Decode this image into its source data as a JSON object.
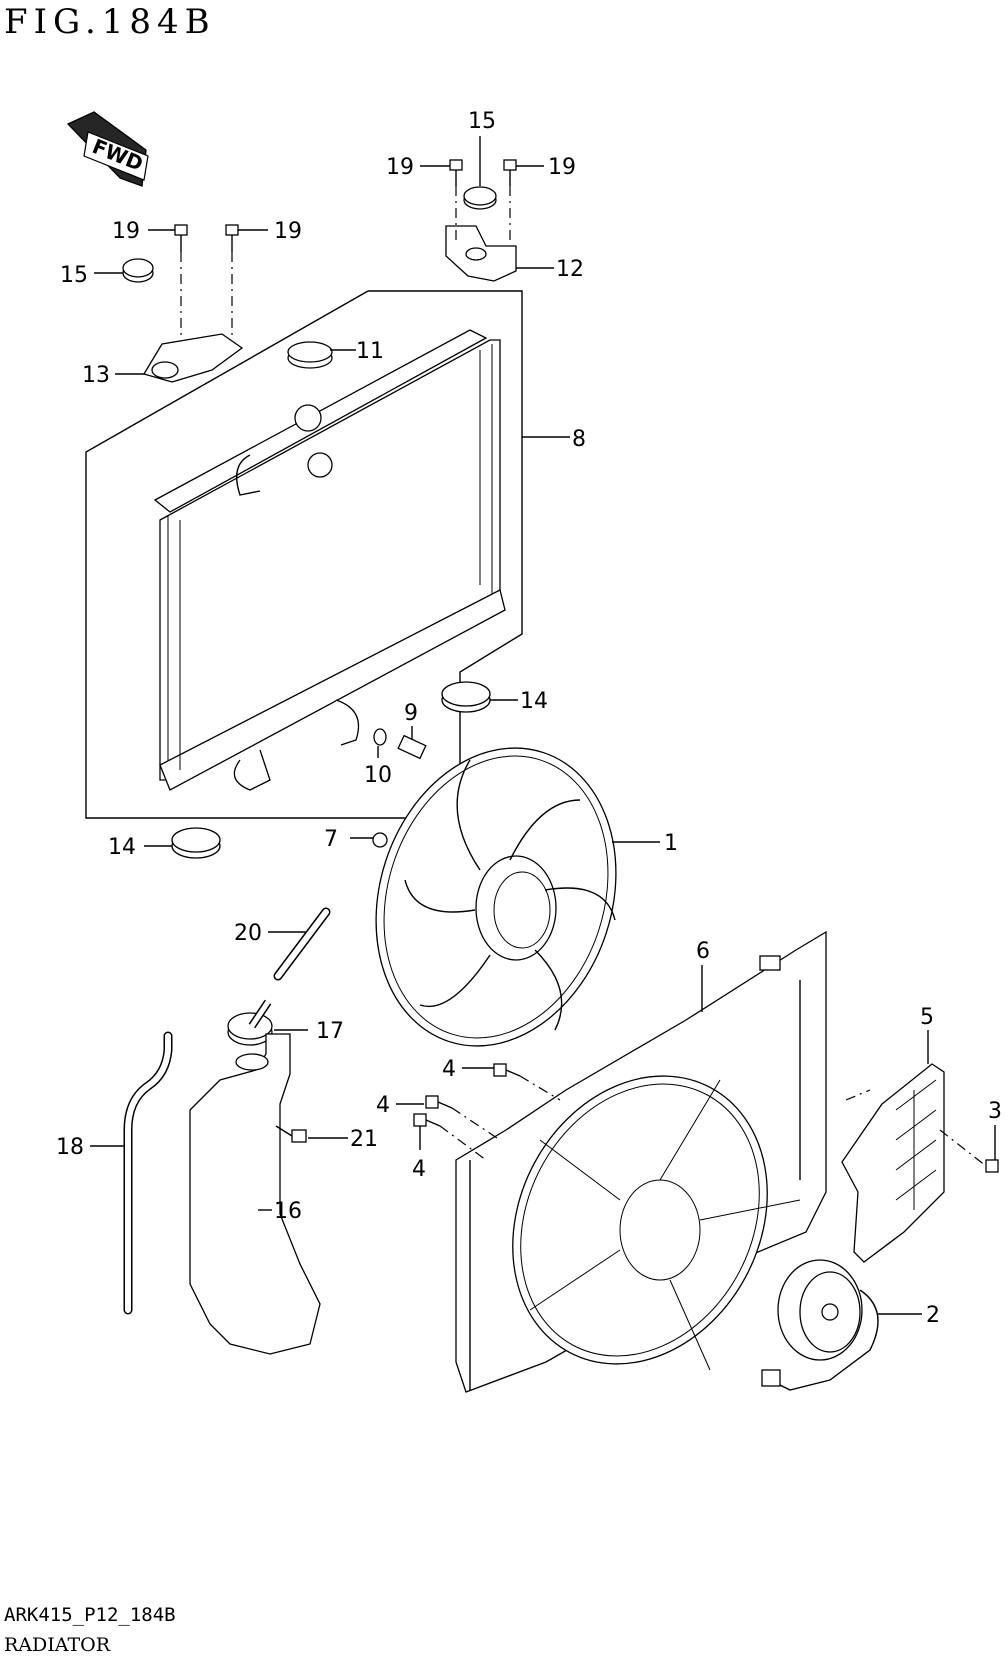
{
  "header": {
    "figure_title": "FIG.184B"
  },
  "fwd_arrow": {
    "label": "FWD",
    "icon": "fwd-arrow-icon"
  },
  "callouts": [
    {
      "label": "1"
    },
    {
      "label": "2"
    },
    {
      "label": "3"
    },
    {
      "label": "4"
    },
    {
      "label": "4"
    },
    {
      "label": "4"
    },
    {
      "label": "5"
    },
    {
      "label": "6"
    },
    {
      "label": "7"
    },
    {
      "label": "8"
    },
    {
      "label": "9"
    },
    {
      "label": "10"
    },
    {
      "label": "11"
    },
    {
      "label": "12"
    },
    {
      "label": "13"
    },
    {
      "label": "14"
    },
    {
      "label": "14"
    },
    {
      "label": "15"
    },
    {
      "label": "15"
    },
    {
      "label": "16"
    },
    {
      "label": "17"
    },
    {
      "label": "18"
    },
    {
      "label": "19"
    },
    {
      "label": "19"
    },
    {
      "label": "19"
    },
    {
      "label": "19"
    },
    {
      "label": "20"
    },
    {
      "label": "21"
    }
  ],
  "footer": {
    "diagram_code": "ARK415_P12_184B",
    "diagram_name": "RADIATOR"
  }
}
